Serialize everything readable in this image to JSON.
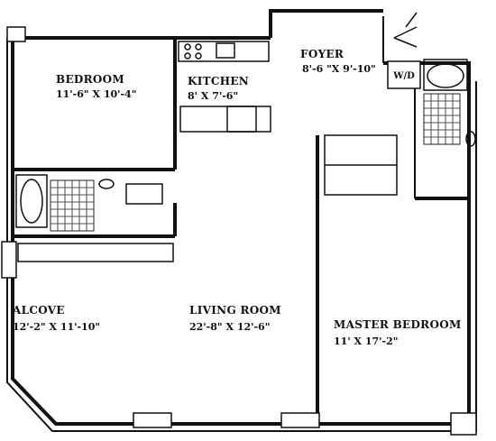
{
  "rooms": {
    "foyer": {
      "name": "FOYER",
      "dims": "8'-6 \"X 9'-10\""
    },
    "bedroom": {
      "name": "BEDROOM",
      "dims": "11'-6\" X 10'-4\""
    },
    "kitchen": {
      "name": "KITCHEN",
      "dims": "8' X 7'-6\""
    },
    "alcove": {
      "name": "ALCOVE",
      "dims": "12'-2\" X 11'-10\""
    },
    "living_room": {
      "name": "LIVING ROOM",
      "dims": "22'-8\" X 12'-6\""
    },
    "master_bedroom": {
      "name": "MASTER BEDROOM",
      "dims": "11' X 17'-2\""
    }
  },
  "fixtures": {
    "washer_dryer": "W/D"
  }
}
